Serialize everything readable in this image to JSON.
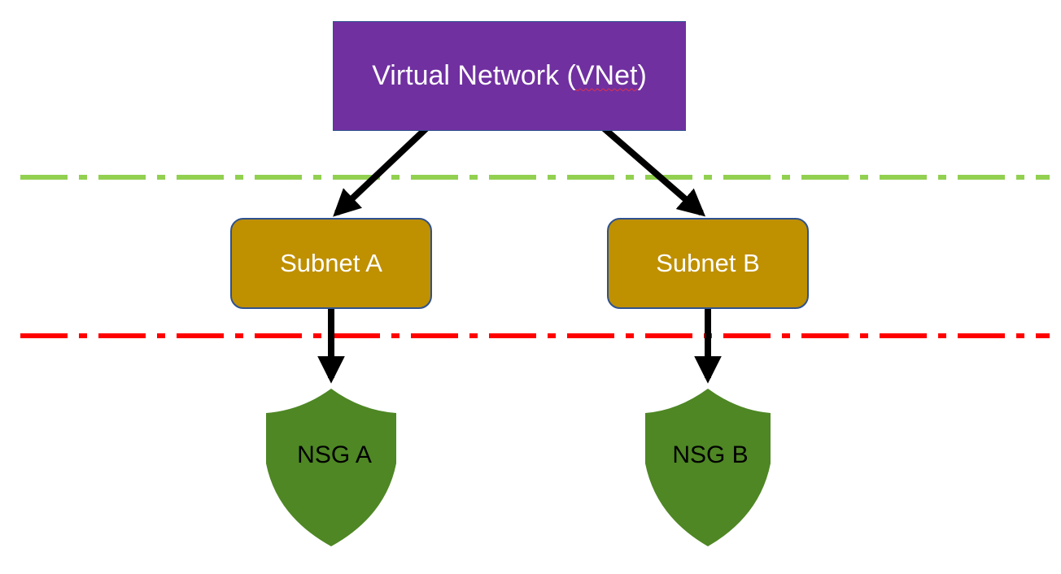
{
  "diagram": {
    "vnet": {
      "label_main": "Virtual Network (",
      "label_squiggle": "VNet",
      "label_end": ")",
      "fill": "#7030a0",
      "border": "#2f528f"
    },
    "subnets": [
      {
        "label": "Subnet A",
        "fill": "#bf9000",
        "border": "#2f528f"
      },
      {
        "label": "Subnet B",
        "fill": "#bf9000",
        "border": "#2f528f"
      }
    ],
    "nsgs": [
      {
        "label": "NSG A",
        "fill": "#4e8724",
        "shape": "shield"
      },
      {
        "label": "NSG B",
        "fill": "#4e8724",
        "shape": "shield"
      }
    ],
    "boundaries": [
      {
        "color": "#92d050",
        "style": "dash-dot"
      },
      {
        "color": "#ff0000",
        "style": "dash-dot"
      }
    ],
    "edges": [
      {
        "from": "Virtual Network (VNet)",
        "to": "Subnet A"
      },
      {
        "from": "Virtual Network (VNet)",
        "to": "Subnet B"
      },
      {
        "from": "Subnet A",
        "to": "NSG A"
      },
      {
        "from": "Subnet B",
        "to": "NSG B"
      }
    ],
    "arrow_color": "#000000"
  }
}
